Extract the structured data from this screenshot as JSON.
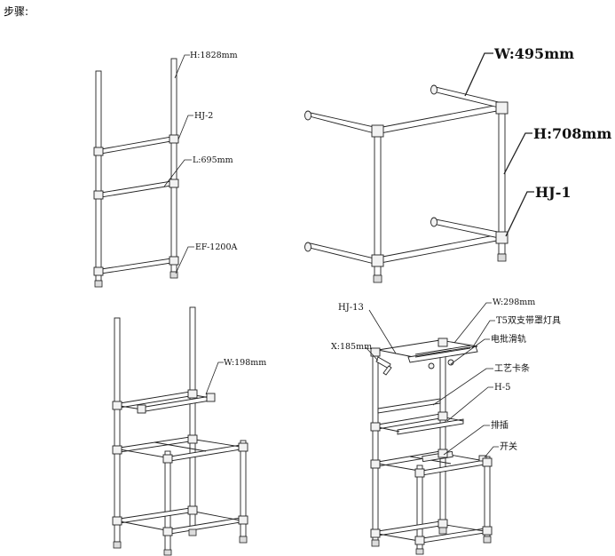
{
  "heading": "步骤:",
  "step1": {
    "labels": {
      "height": "H:1828mm",
      "joint": "HJ-2",
      "length": "L:695mm",
      "base": "EF-1200A"
    }
  },
  "step2": {
    "labels": {
      "width": "W:495mm",
      "height": "H:708mm",
      "joint": "HJ-1"
    }
  },
  "step3": {
    "labels": {
      "width": "W:198mm"
    }
  },
  "step4": {
    "labels": {
      "joint": "HJ-13",
      "width": "W:298mm",
      "lamp": "T5双支带罩灯具",
      "x": "X:185mm",
      "rail": "电批滑轨",
      "card": "工艺卡条",
      "h5": "H-5",
      "socket": "排插",
      "switch": "开关"
    }
  }
}
